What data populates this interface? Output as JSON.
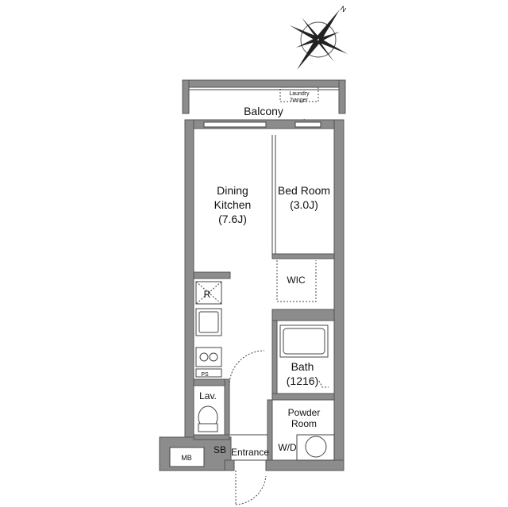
{
  "compass": {
    "north_label": "N"
  },
  "rooms": {
    "balcony": "Balcony",
    "laundry_line1": "Laundry",
    "laundry_line2": "hanger",
    "dining_line1": "Dining",
    "dining_line2": "Kitchen",
    "dining_size": "(7.6J)",
    "bedroom_line1": "Bed Room",
    "bedroom_size": "(3.0J)",
    "wic": "WIC",
    "refrigerator": "R",
    "ps": "PS",
    "bath": "Bath",
    "bath_size": "(1216)",
    "lav": "Lav.",
    "powder_line1": "Powder",
    "powder_line2": "Room",
    "wd": "W/D",
    "sb": "SB",
    "entrance": "Entrance",
    "mb": "MB"
  }
}
